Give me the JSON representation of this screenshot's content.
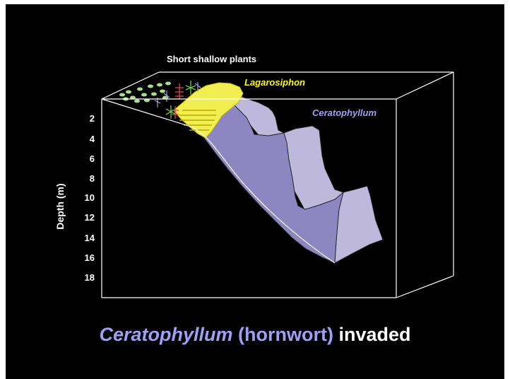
{
  "diagram": {
    "labels": {
      "short_plants": "Short shallow plants",
      "lagarosiphon": "Lagarosiphon",
      "ceratophyllum": "Ceratophyllum"
    },
    "axis": {
      "title": "Depth (m)",
      "ticks": [
        "2",
        "4",
        "6",
        "8",
        "10",
        "12",
        "14",
        "16",
        "18"
      ]
    },
    "colors": {
      "background": "#000000",
      "box": "#ffffff",
      "ceratophyllum_front": "#8e86c0",
      "ceratophyllum_side": "#bdb8dc",
      "lagarosiphon": "#f0ee50",
      "lagarosiphon_label": "#ffff00",
      "ceratophyllum_label": "#9f9ff5",
      "short_plants": "#a6e08a"
    }
  },
  "caption": {
    "species": "Ceratophyllum",
    "common": " (hornwort) ",
    "status": "invaded"
  }
}
